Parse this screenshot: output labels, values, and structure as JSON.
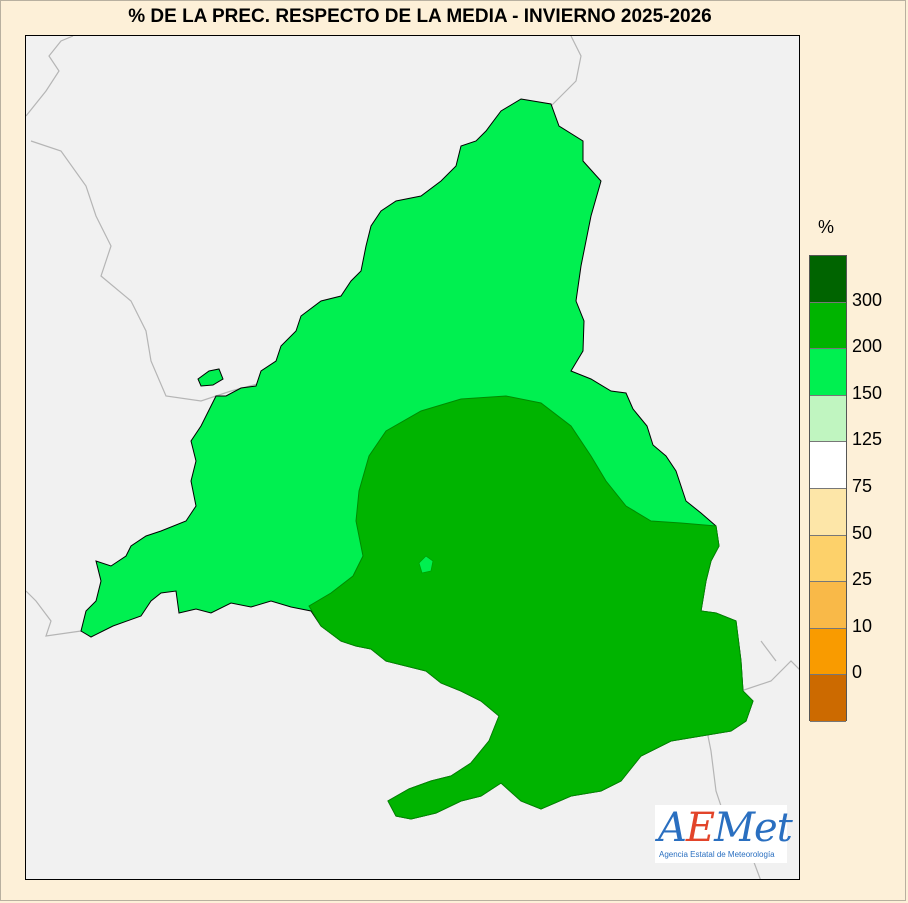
{
  "title": "% DE LA PREC. RESPECTO DE LA MEDIA - INVIERNO 2025-2026",
  "legend": {
    "unit": "%",
    "classes": [
      {
        "label": "300",
        "color": "#006400"
      },
      {
        "label": "200",
        "color": "#00b400"
      },
      {
        "label": "150",
        "color": "#00f050"
      },
      {
        "label": "125",
        "color": "#c0f5c0"
      },
      {
        "label": "75",
        "color": "#ffffff"
      },
      {
        "label": "50",
        "color": "#fde6a8"
      },
      {
        "label": "25",
        "color": "#fdd16a"
      },
      {
        "label": "10",
        "color": "#f9b948"
      },
      {
        "label": "0",
        "color": "#f99b00"
      },
      {
        "label": "",
        "color": "#cc6a00"
      }
    ]
  },
  "map": {
    "region_fill_150_200": "#00f050",
    "region_fill_200_300": "#00b400",
    "background": "#f1f1f1"
  },
  "logo": {
    "letter_a": "A",
    "letter_e": "E",
    "rest": "Met",
    "subtitle": "Agencia Estatal de Meteorología"
  }
}
